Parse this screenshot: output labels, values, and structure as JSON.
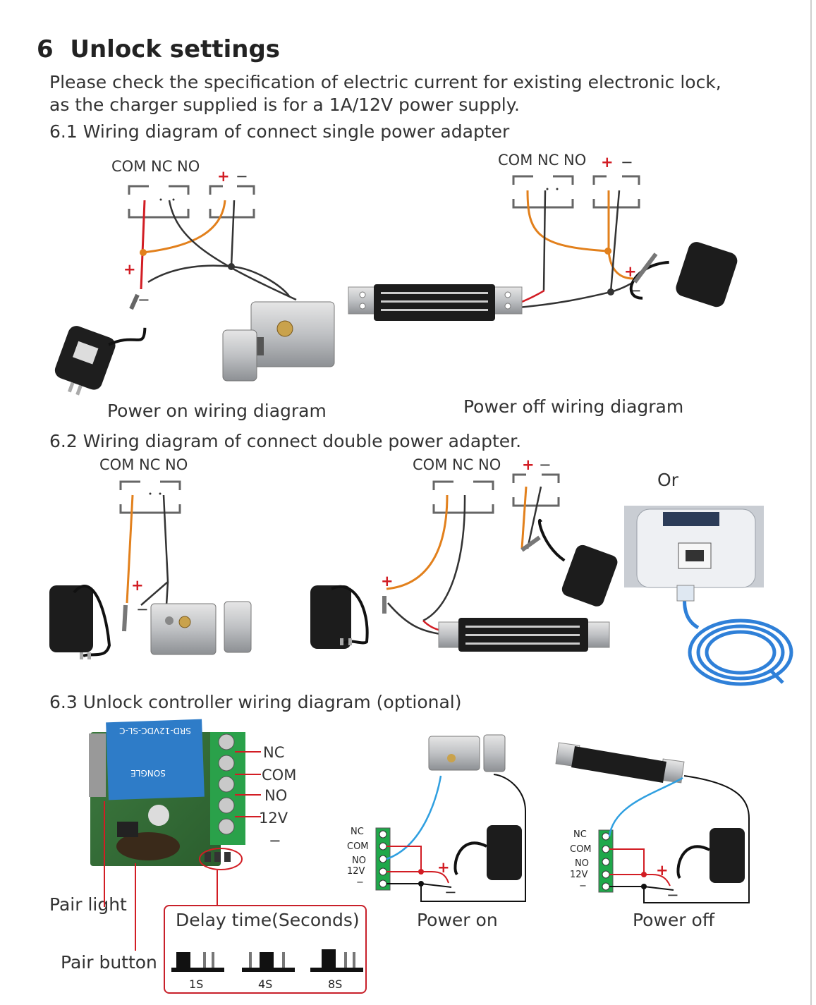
{
  "section": {
    "number": "6",
    "title": "Unlock settings"
  },
  "intro": {
    "line1": "Please check the specification of electric current for existing electronic lock,",
    "line2": "as the charger supplied is for a 1A/12V power supply."
  },
  "s61": {
    "title": "6.1  Wiring diagram of connect single power adapter",
    "terminals_left": "COM NC NO",
    "terminals_right": "COM NC NO",
    "plus": "+",
    "minus": "−",
    "caption_left": "Power on wiring diagram",
    "caption_right": "Power off wiring diagram"
  },
  "s62": {
    "title": "6.2 Wiring diagram of connect double power adapter.",
    "terminals_left": "COM  NC  NO",
    "terminals_right": "COM  NC  NO",
    "or_label": "Or"
  },
  "s63": {
    "title": "6.3  Unlock controller wiring diagram  (optional)",
    "relay_print": "SRD-12VDC-SL-C",
    "relay_brand": "SONGLE",
    "pins": [
      "NC",
      "COM",
      "NO",
      "12V",
      "−"
    ],
    "pair_light": "Pair light",
    "pair_button": "Pair button",
    "delay_title": "Delay time(Seconds)",
    "delays": [
      "1S",
      "4S",
      "8S"
    ],
    "caption_on": "Power on",
    "caption_off": "Power off"
  },
  "colors": {
    "orange": "#e2801c",
    "red": "#d21d24",
    "blue": "#2f9fe0",
    "green": "#1fa84a",
    "frame_red": "#c8202a"
  }
}
